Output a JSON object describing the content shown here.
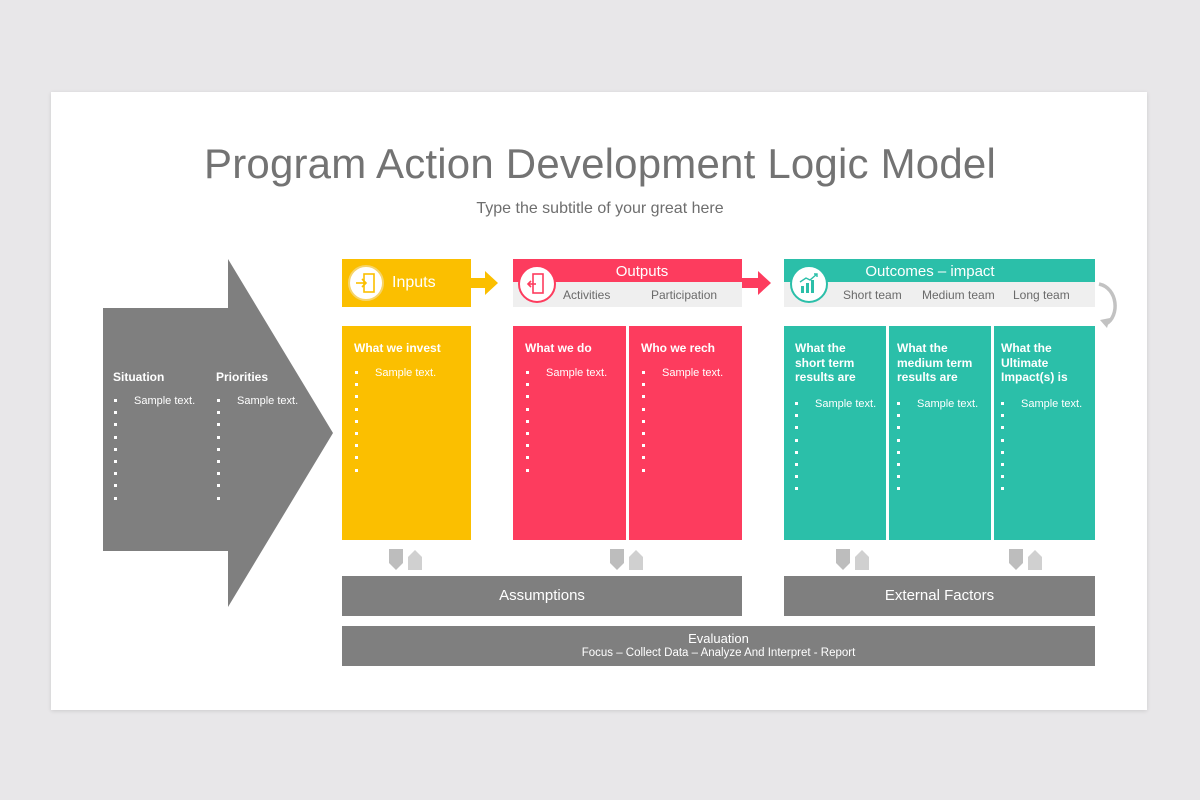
{
  "title": "Program Action Development Logic Model",
  "subtitle": "Type the subtitle of your great here",
  "situation": {
    "title": "Situation",
    "item": "Sample text."
  },
  "priorities": {
    "title": "Priorities",
    "item": "Sample text."
  },
  "inputs": {
    "label": "Inputs",
    "col_title": "What we invest",
    "item": "Sample text.",
    "icon": "door-enter-icon"
  },
  "outputs": {
    "label": "Outputs",
    "sub1": "Activities",
    "sub2": "Participation",
    "col1_title": "What we do",
    "col2_title": "Who we rech",
    "item": "Sample text.",
    "icon": "door-exit-icon"
  },
  "outcomes": {
    "label": "Outcomes – impact",
    "sub1": "Short team",
    "sub2": "Medium team",
    "sub3": "Long team",
    "col1_title_l1": "What the",
    "col1_title_l2": "short term",
    "col1_title_l3": "results are",
    "col2_title_l1": "What the",
    "col2_title_l2": "medium term",
    "col2_title_l3": "results are",
    "col3_title_l1": "What the",
    "col3_title_l2": "Ultimate",
    "col3_title_l3": "Impact(s) is",
    "item": "Sample text.",
    "icon": "growth-chart-icon"
  },
  "assumptions": "Assumptions",
  "external_factors": "External Factors",
  "evaluation": {
    "title": "Evaluation",
    "steps": "Focus – Collect Data – Analyze And Interpret  - Report"
  },
  "colors": {
    "yellow": "#fbbf00",
    "red": "#fd3c5e",
    "teal": "#2bbfa9",
    "gray": "#7f7f7f",
    "light_gray": "#efefef"
  }
}
